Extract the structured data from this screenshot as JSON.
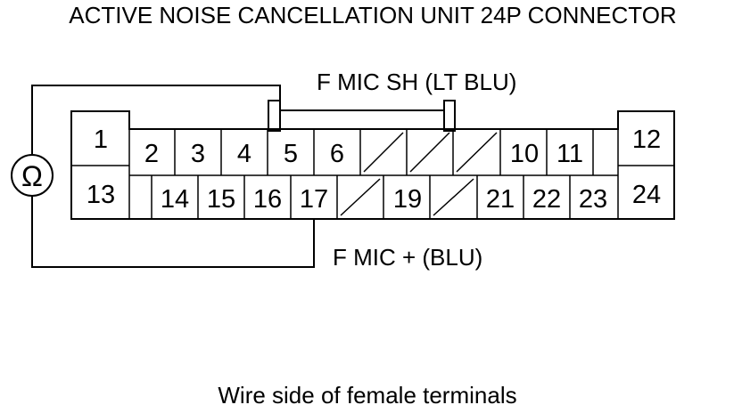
{
  "title": "ACTIVE NOISE CANCELLATION UNIT 24P CONNECTOR",
  "caption": "Wire side of female terminals",
  "meter_symbol": "Ω",
  "wire_labels": {
    "sh": "F MIC SH (LT BLU)",
    "plus": "F MIC +  (BLU)"
  },
  "terminals": {
    "t1": "1",
    "t2": "2",
    "t3": "3",
    "t4": "4",
    "t5": "5",
    "t6": "6",
    "t10": "10",
    "t11": "11",
    "t12": "12",
    "t13": "13",
    "t14": "14",
    "t15": "15",
    "t16": "16",
    "t17": "17",
    "t19": "19",
    "t21": "21",
    "t22": "22",
    "t23": "23",
    "t24": "24"
  },
  "empty_cavities": [
    "7",
    "8",
    "9",
    "18",
    "20"
  ]
}
